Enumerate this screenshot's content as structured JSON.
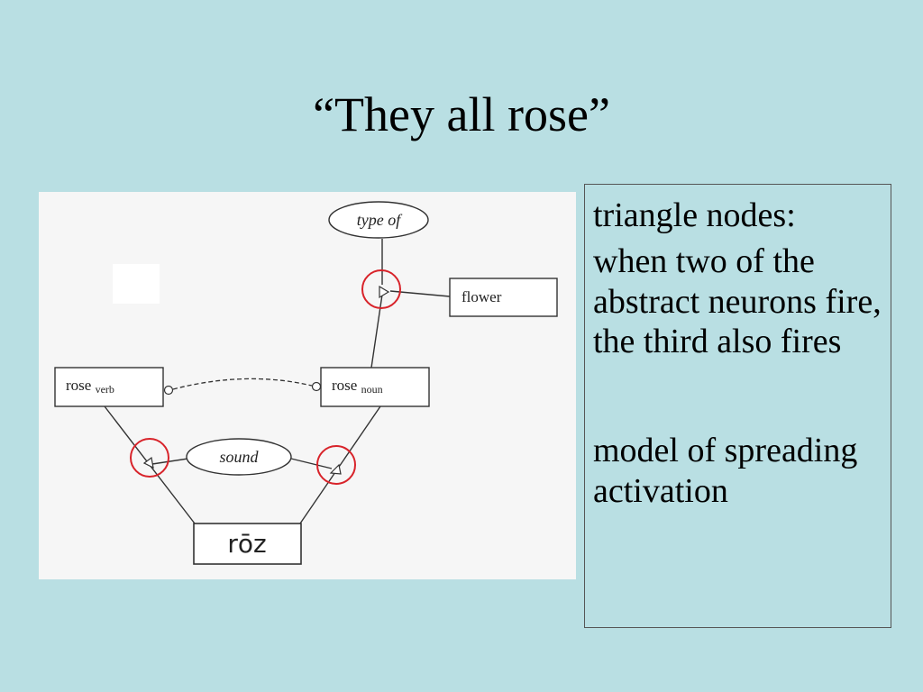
{
  "slide": {
    "title": "“They all rose”"
  },
  "diagram": {
    "nodes": {
      "type_of": "type of",
      "flower": "flower",
      "rose_verb_main": "rose",
      "rose_verb_sub": "verb",
      "rose_noun_main": "rose",
      "rose_noun_sub": "noun",
      "sound": "sound",
      "roz": "rōz"
    },
    "highlight_color": "#d8232a"
  },
  "notes": {
    "heading": "triangle nodes:",
    "point1": "when two of the abstract neurons fire, the third also fires",
    "point2": "model of spreading activation"
  }
}
